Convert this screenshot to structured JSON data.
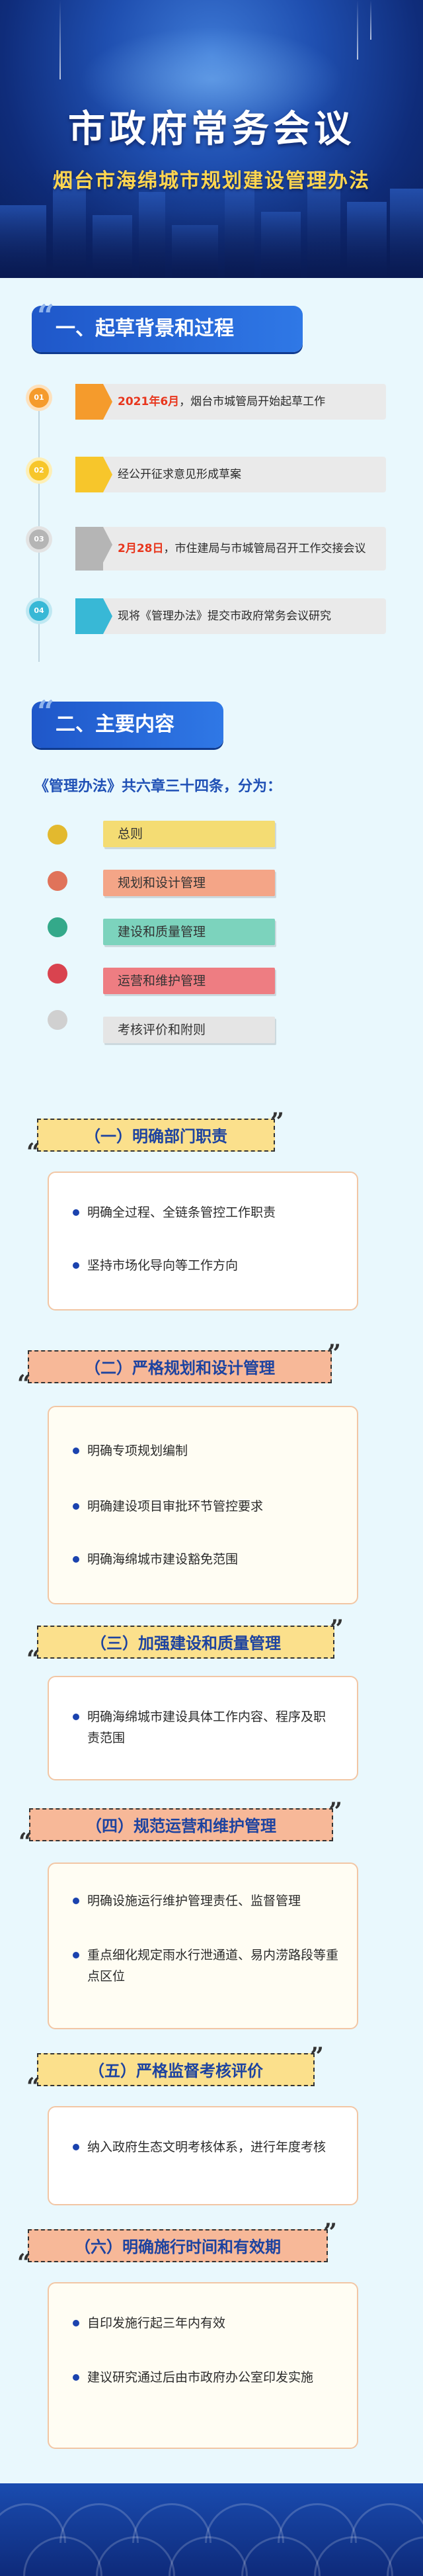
{
  "header": {
    "title": "市政府常务会议",
    "subtitle": "烟台市海绵城市规划建设管理办法"
  },
  "section1": {
    "title": "一、起草背景和过程"
  },
  "timeline": [
    {
      "num": "01",
      "highlight": "2021年6月",
      "text": "，烟台市城管局开始起草工作",
      "color": "#f59b2c"
    },
    {
      "num": "02",
      "highlight": "",
      "text": "经公开征求意见形成草案",
      "color": "#f7c62b"
    },
    {
      "num": "03",
      "highlight": "2月28日",
      "text": "，市住建局与市城管局召开工作交接会议",
      "color": "#b5b5b5"
    },
    {
      "num": "04",
      "highlight": "",
      "text": "现将《管理办法》提交市政府常务会议研究",
      "color": "#38b8d6"
    }
  ],
  "section2": {
    "title": "二、主要内容"
  },
  "intro": "《管理办法》共六章三十四条，分为：",
  "chapters": [
    {
      "label": "总则",
      "color": "#f4dc73",
      "ball": "#e3b92e"
    },
    {
      "label": "规划和设计管理",
      "color": "#f4a587",
      "ball": "#e0735a"
    },
    {
      "label": "建设和质量管理",
      "color": "#7cd3bd",
      "ball": "#34a98a"
    },
    {
      "label": "运营和维护管理",
      "color": "#ee7d82",
      "ball": "#d9434f"
    },
    {
      "label": "考核评价和附则",
      "color": "#e5e5e5",
      "ball": "#d0d0d0"
    }
  ],
  "subsections": [
    {
      "title": "（一）明确部门职责",
      "fill": "#fbe08c",
      "items": [
        "明确全过程、全链条管控工作职责",
        "坚持市场化导向等工作方向"
      ]
    },
    {
      "title": "（二）严格规划和设计管理",
      "fill": "#f7b898",
      "items": [
        "明确专项规划编制",
        "明确建设项目审批环节管控要求",
        "明确海绵城市建设豁免范围"
      ]
    },
    {
      "title": "（三）加强建设和质量管理",
      "fill": "#fbe08c",
      "items": [
        "明确海绵城市建设具体工作内容、程序及职责范围"
      ]
    },
    {
      "title": "（四）规范运营和维护管理",
      "fill": "#f7b898",
      "items": [
        "明确设施运行维护管理责任、监督管理",
        "重点细化规定雨水行泄通道、易内涝路段等重点区位"
      ]
    },
    {
      "title": "（五）严格监督考核评价",
      "fill": "#fbe08c",
      "items": [
        "纳入政府生态文明考核体系，进行年度考核"
      ]
    },
    {
      "title": "（六）明确施行时间和有效期",
      "fill": "#f7b898",
      "items": [
        "自印发施行起三年内有效",
        "建议研究通过后由市政府办公室印发实施"
      ]
    }
  ]
}
